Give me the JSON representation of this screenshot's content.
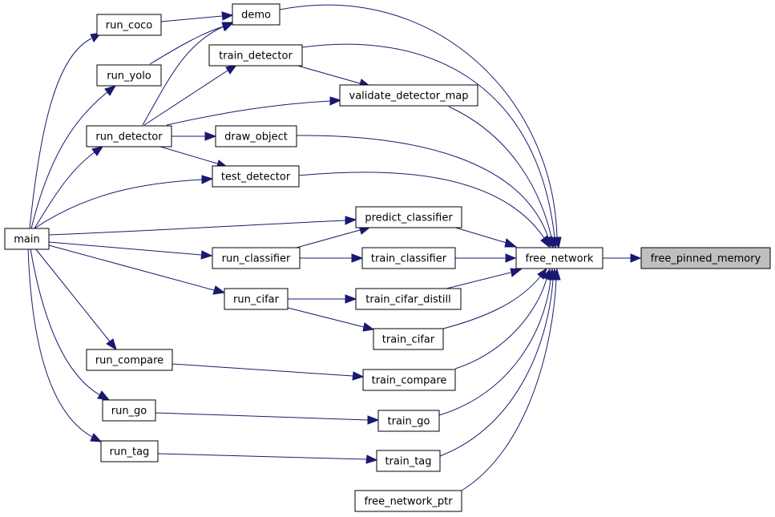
{
  "graph": {
    "title": "",
    "colors": {
      "edge": "#191970",
      "node_fill": "#ffffff",
      "highlight_fill": "#bfbfbf",
      "border": "#000000"
    },
    "nodes": {
      "free_pinned_memory": "free_pinned_memory",
      "free_network": "free_network",
      "demo": "demo",
      "run_coco": "run_coco",
      "train_detector": "train_detector",
      "run_yolo": "run_yolo",
      "validate_detector_map": "validate_detector_map",
      "run_detector": "run_detector",
      "draw_object": "draw_object",
      "test_detector": "test_detector",
      "main": "main",
      "predict_classifier": "predict_classifier",
      "run_classifier": "run_classifier",
      "train_classifier": "train_classifier",
      "run_cifar": "run_cifar",
      "train_cifar_distill": "train_cifar_distill",
      "train_cifar": "train_cifar",
      "run_compare": "run_compare",
      "train_compare": "train_compare",
      "run_go": "run_go",
      "train_go": "train_go",
      "run_tag": "run_tag",
      "train_tag": "train_tag",
      "free_network_ptr": "free_network_ptr"
    },
    "highlighted": "free_pinned_memory",
    "edges": [
      [
        "free_network",
        "free_pinned_memory"
      ],
      [
        "demo",
        "free_network"
      ],
      [
        "train_detector",
        "free_network"
      ],
      [
        "validate_detector_map",
        "free_network"
      ],
      [
        "draw_object",
        "free_network"
      ],
      [
        "test_detector",
        "free_network"
      ],
      [
        "predict_classifier",
        "free_network"
      ],
      [
        "train_classifier",
        "free_network"
      ],
      [
        "train_cifar_distill",
        "free_network"
      ],
      [
        "train_cifar",
        "free_network"
      ],
      [
        "train_compare",
        "free_network"
      ],
      [
        "train_go",
        "free_network"
      ],
      [
        "train_tag",
        "free_network"
      ],
      [
        "free_network_ptr",
        "free_network"
      ],
      [
        "run_coco",
        "demo"
      ],
      [
        "run_yolo",
        "demo"
      ],
      [
        "run_detector",
        "demo"
      ],
      [
        "run_detector",
        "train_detector"
      ],
      [
        "train_detector",
        "validate_detector_map"
      ],
      [
        "run_detector",
        "validate_detector_map"
      ],
      [
        "run_detector",
        "draw_object"
      ],
      [
        "run_detector",
        "test_detector"
      ],
      [
        "main",
        "test_detector"
      ],
      [
        "main",
        "run_coco"
      ],
      [
        "main",
        "run_yolo"
      ],
      [
        "main",
        "run_detector"
      ],
      [
        "main",
        "predict_classifier"
      ],
      [
        "run_classifier",
        "predict_classifier"
      ],
      [
        "main",
        "run_classifier"
      ],
      [
        "run_classifier",
        "train_classifier"
      ],
      [
        "main",
        "run_cifar"
      ],
      [
        "run_cifar",
        "train_cifar_distill"
      ],
      [
        "run_cifar",
        "train_cifar"
      ],
      [
        "main",
        "run_compare"
      ],
      [
        "run_compare",
        "train_compare"
      ],
      [
        "main",
        "run_go"
      ],
      [
        "run_go",
        "train_go"
      ],
      [
        "main",
        "run_tag"
      ],
      [
        "run_tag",
        "train_tag"
      ]
    ]
  }
}
